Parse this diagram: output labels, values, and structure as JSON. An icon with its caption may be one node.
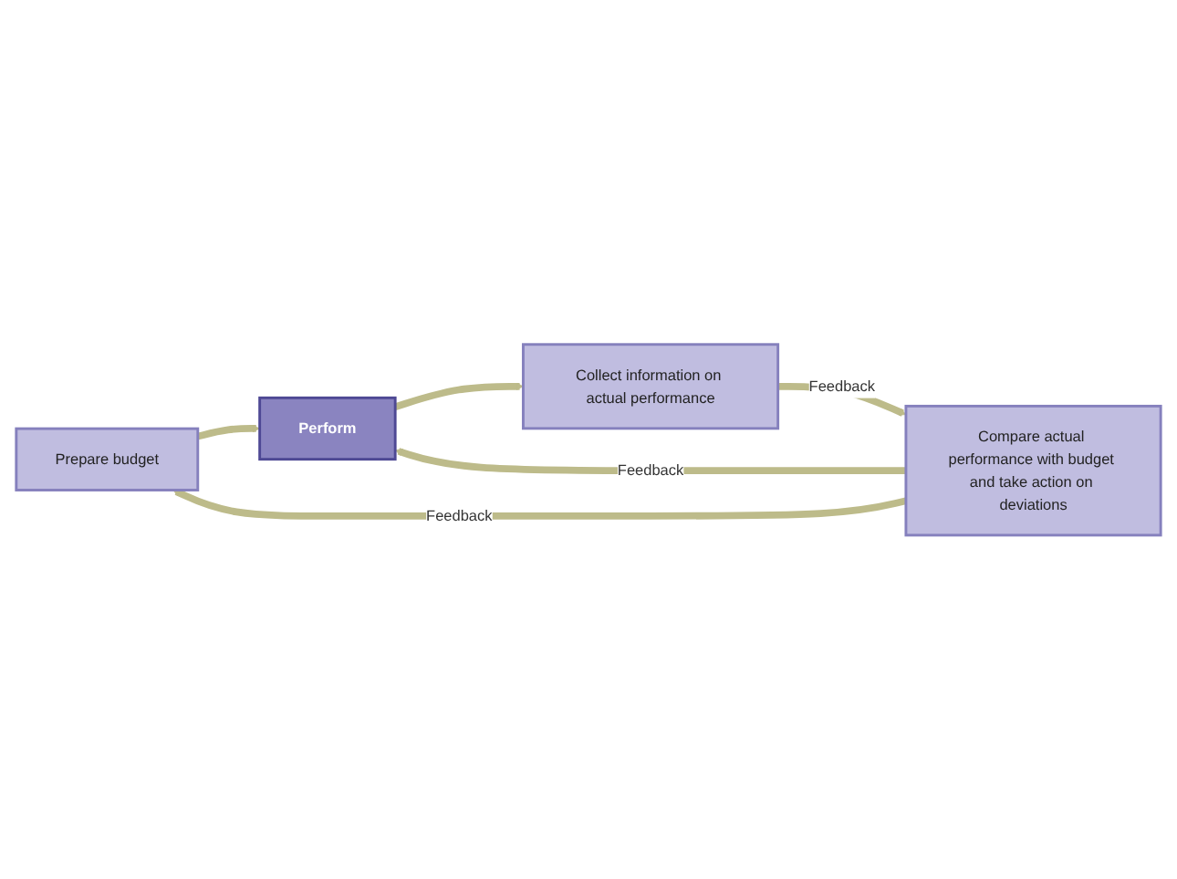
{
  "diagram": {
    "nodes": [
      {
        "text": [
          "Prepare budget"
        ]
      },
      {
        "text": [
          "Perform"
        ]
      },
      {
        "text": [
          "Collect information on actual performance"
        ]
      },
      {
        "text": [
          "Compare actual performance with budget and take action on deviations"
        ]
      }
    ],
    "edges": [
      {
        "from": 0,
        "to": 1,
        "arrow": "to"
      },
      {
        "from": 1,
        "to": 2,
        "arrow": "to"
      },
      {
        "from": 2,
        "to": 3,
        "label": "Feedback",
        "arrow": "to"
      },
      {
        "from": 3,
        "to": 0,
        "label": "Feedback",
        "arrow": "to"
      },
      {
        "from": 3,
        "to": 1,
        "label": "Feedback",
        "arrow": "to"
      }
    ]
  }
}
